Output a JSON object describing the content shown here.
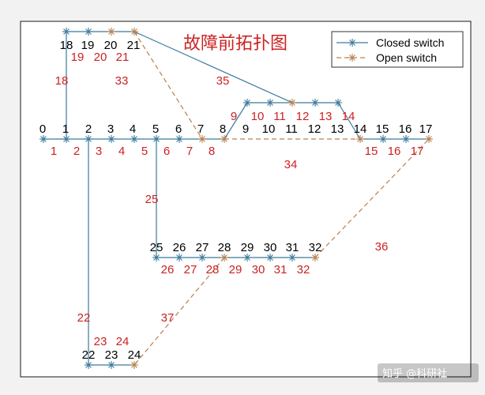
{
  "title": "故障前拓扑图",
  "watermark": "知乎 @科研社",
  "colors": {
    "closed": "#3b7a9c",
    "open": "#b7804f",
    "label_red": "#cc2222",
    "title_red": "#cc2222",
    "node_text": "#000000"
  },
  "legend": {
    "closed_label": "Closed switch",
    "open_label": "Open switch"
  },
  "nodes": [
    {
      "id": "0",
      "label": "0"
    },
    {
      "id": "1",
      "label": "1"
    },
    {
      "id": "2",
      "label": "2"
    },
    {
      "id": "3",
      "label": "3"
    },
    {
      "id": "4",
      "label": "4"
    },
    {
      "id": "5",
      "label": "5"
    },
    {
      "id": "6",
      "label": "6"
    },
    {
      "id": "7",
      "label": "7"
    },
    {
      "id": "8",
      "label": "8"
    },
    {
      "id": "9",
      "label": "9"
    },
    {
      "id": "10",
      "label": "10"
    },
    {
      "id": "11",
      "label": "11"
    },
    {
      "id": "12",
      "label": "12"
    },
    {
      "id": "13",
      "label": "13"
    },
    {
      "id": "14",
      "label": "14"
    },
    {
      "id": "15",
      "label": "15"
    },
    {
      "id": "16",
      "label": "16"
    },
    {
      "id": "17",
      "label": "17"
    },
    {
      "id": "18",
      "label": "18"
    },
    {
      "id": "19",
      "label": "19"
    },
    {
      "id": "20",
      "label": "20"
    },
    {
      "id": "21",
      "label": "21"
    },
    {
      "id": "22",
      "label": "22"
    },
    {
      "id": "23",
      "label": "23"
    },
    {
      "id": "24",
      "label": "24"
    },
    {
      "id": "25",
      "label": "25"
    },
    {
      "id": "26",
      "label": "26"
    },
    {
      "id": "27",
      "label": "27"
    },
    {
      "id": "28",
      "label": "28"
    },
    {
      "id": "29",
      "label": "29"
    },
    {
      "id": "30",
      "label": "30"
    },
    {
      "id": "31",
      "label": "31"
    },
    {
      "id": "32",
      "label": "32"
    }
  ],
  "edges": [
    {
      "label": "1",
      "from": "0",
      "to": "1",
      "state": "closed"
    },
    {
      "label": "2",
      "from": "1",
      "to": "2",
      "state": "closed"
    },
    {
      "label": "3",
      "from": "2",
      "to": "3",
      "state": "closed"
    },
    {
      "label": "4",
      "from": "3",
      "to": "4",
      "state": "closed"
    },
    {
      "label": "5",
      "from": "4",
      "to": "5",
      "state": "closed"
    },
    {
      "label": "6",
      "from": "5",
      "to": "6",
      "state": "closed"
    },
    {
      "label": "7",
      "from": "6",
      "to": "7",
      "state": "closed"
    },
    {
      "label": "8",
      "from": "7",
      "to": "8",
      "state": "closed"
    },
    {
      "label": "9",
      "from": "8",
      "to": "9",
      "state": "closed"
    },
    {
      "label": "10",
      "from": "9",
      "to": "10",
      "state": "closed"
    },
    {
      "label": "11",
      "from": "10",
      "to": "11",
      "state": "closed"
    },
    {
      "label": "12",
      "from": "11",
      "to": "12",
      "state": "closed"
    },
    {
      "label": "13",
      "from": "12",
      "to": "13",
      "state": "closed"
    },
    {
      "label": "14",
      "from": "13",
      "to": "14",
      "state": "closed"
    },
    {
      "label": "15",
      "from": "14",
      "to": "15",
      "state": "closed"
    },
    {
      "label": "16",
      "from": "15",
      "to": "16",
      "state": "closed"
    },
    {
      "label": "17",
      "from": "16",
      "to": "17",
      "state": "closed"
    },
    {
      "label": "18",
      "from": "1",
      "to": "18",
      "state": "closed"
    },
    {
      "label": "19",
      "from": "18",
      "to": "19",
      "state": "closed"
    },
    {
      "label": "20",
      "from": "19",
      "to": "20",
      "state": "closed"
    },
    {
      "label": "21",
      "from": "20",
      "to": "21",
      "state": "closed"
    },
    {
      "label": "22",
      "from": "2",
      "to": "22",
      "state": "closed"
    },
    {
      "label": "23",
      "from": "22",
      "to": "23",
      "state": "closed"
    },
    {
      "label": "24",
      "from": "23",
      "to": "24",
      "state": "closed"
    },
    {
      "label": "25",
      "from": "5",
      "to": "25",
      "state": "closed"
    },
    {
      "label": "26",
      "from": "25",
      "to": "26",
      "state": "closed"
    },
    {
      "label": "27",
      "from": "26",
      "to": "27",
      "state": "closed"
    },
    {
      "label": "28",
      "from": "27",
      "to": "28",
      "state": "closed"
    },
    {
      "label": "29",
      "from": "28",
      "to": "29",
      "state": "closed"
    },
    {
      "label": "30",
      "from": "29",
      "to": "30",
      "state": "closed"
    },
    {
      "label": "31",
      "from": "30",
      "to": "31",
      "state": "closed"
    },
    {
      "label": "32",
      "from": "31",
      "to": "32",
      "state": "closed"
    },
    {
      "label": "33",
      "from": "21",
      "to": "8",
      "state": "open"
    },
    {
      "label": "34",
      "from": "8",
      "to": "14",
      "state": "open"
    },
    {
      "label": "35",
      "from": "21",
      "to": "11",
      "state": "closed"
    },
    {
      "label": "36",
      "from": "32",
      "to": "17",
      "state": "open"
    },
    {
      "label": "37",
      "from": "28",
      "to": "24",
      "state": "open"
    }
  ]
}
